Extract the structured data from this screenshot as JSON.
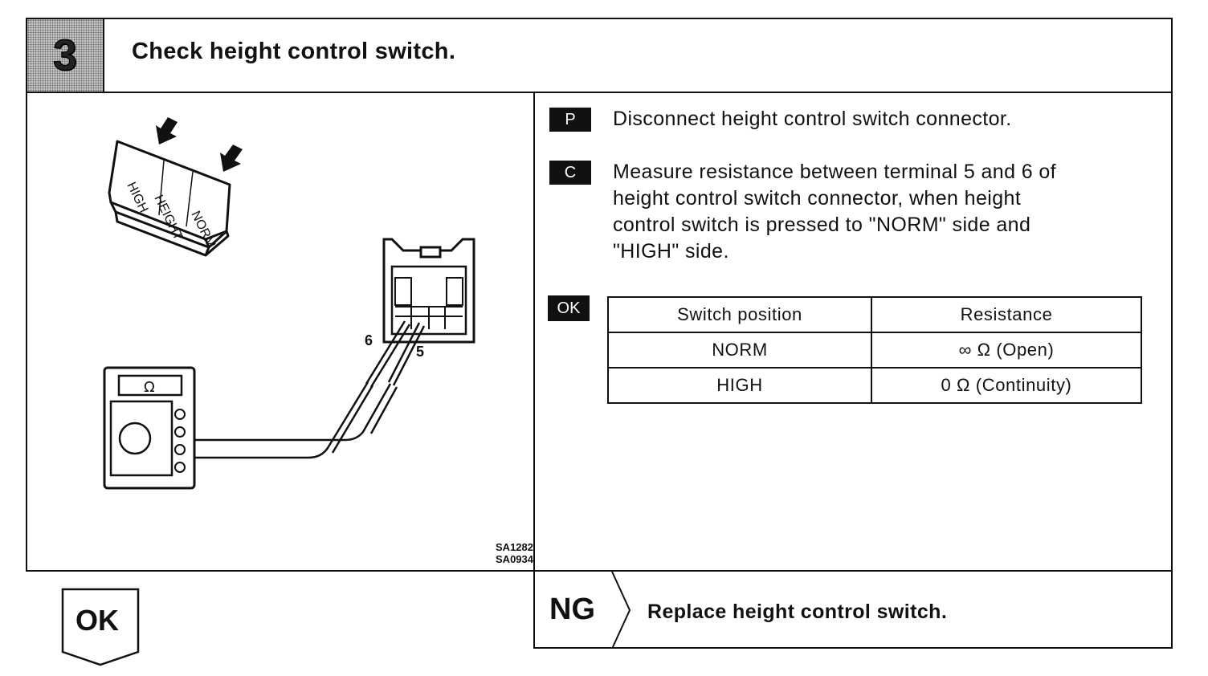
{
  "step": {
    "number": "3",
    "title": "Check height control switch."
  },
  "figure": {
    "switch_labels": [
      "HIGH",
      "HEIGHT",
      "NORM"
    ],
    "terminal_labels": [
      "6",
      "5"
    ],
    "meter_symbol": "Ω",
    "codes": [
      "SA1282",
      "SA0934"
    ]
  },
  "instructions": {
    "prepare": {
      "tag": "P",
      "text": "Disconnect height control switch connector."
    },
    "check": {
      "tag": "C",
      "lines": [
        "Measure resistance between terminal 5 and 6 of",
        "height control switch connector, when height",
        "control switch is pressed to \"NORM\" side and",
        "\"HIGH\" side."
      ]
    },
    "ok": {
      "tag": "OK",
      "table": {
        "headers": [
          "Switch position",
          "Resistance"
        ],
        "rows": [
          [
            "NORM",
            "∞ Ω (Open)"
          ],
          [
            "HIGH",
            "0 Ω (Continuity)"
          ]
        ]
      }
    }
  },
  "footer": {
    "ok_label": "OK",
    "ng_label": "NG",
    "ng_text": "Replace height control switch."
  }
}
